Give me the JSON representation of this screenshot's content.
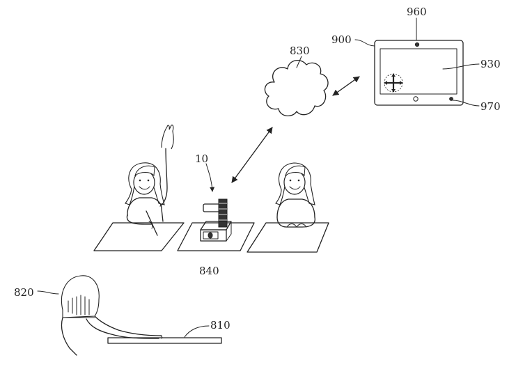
{
  "labels": {
    "tablet": "900",
    "tablet_camera": "960",
    "tablet_screen": "930",
    "tablet_button": "970",
    "cloud": "830",
    "device": "10",
    "base": "840",
    "teacher": "820",
    "teacher_desk": "810"
  }
}
